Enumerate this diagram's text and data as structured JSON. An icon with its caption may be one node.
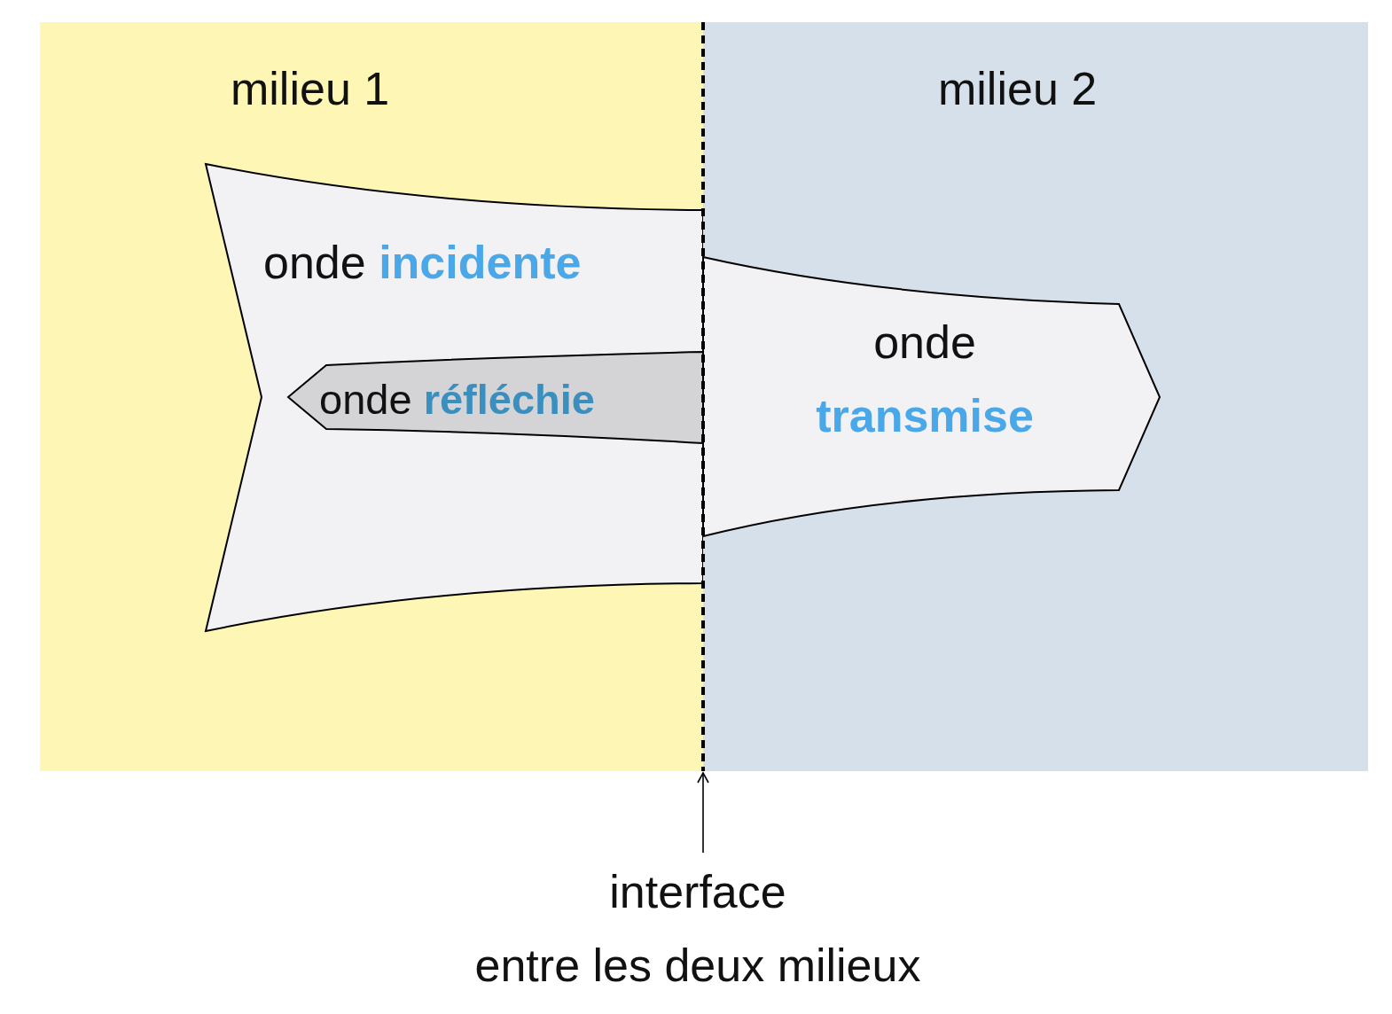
{
  "diagram": {
    "nodes": [
      {
        "text": [
          "milieu 1"
        ]
      },
      {
        "text": [
          "milieu 2"
        ]
      },
      {
        "text": [
          "onde **incidente**"
        ],
        "in": 0
      },
      {
        "text": [
          "onde **réfléchie**"
        ],
        "in": 2
      },
      {
        "text": [
          "onde **transmise**"
        ],
        "in": 1
      },
      {
        "text": [],
        "shape": "line"
      },
      {
        "text": [
          "interface",
          "entre les deux milieux"
        ]
      }
    ],
    "edges": [
      {
        "from": 6,
        "to": 5,
        "arrow": "to"
      }
    ]
  }
}
